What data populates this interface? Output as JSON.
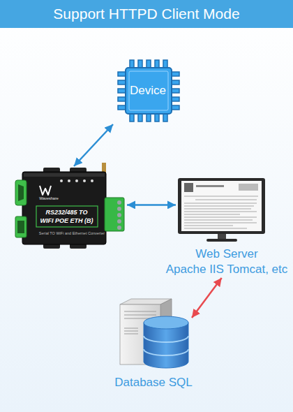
{
  "diagram": {
    "title": "Support HTTPD Client Mode",
    "nodes": [
      {
        "text": [
          "Device"
        ]
      },
      {
        "text": [
          "Waveshare",
          "RS232/485 TO WIFI POE ETH (B)",
          "Serial TO WiFi and Ethernet Converter"
        ]
      },
      {
        "text": [
          "Web Server",
          "Apache IIS Tomcat, etc"
        ]
      },
      {
        "text": [
          "Database SQL"
        ]
      }
    ],
    "edges": [
      {
        "from": 0,
        "to": 1,
        "arrow": "both"
      },
      {
        "from": 1,
        "to": 2,
        "arrow": "both"
      },
      {
        "from": 2,
        "to": 3,
        "arrow": "both"
      }
    ]
  }
}
